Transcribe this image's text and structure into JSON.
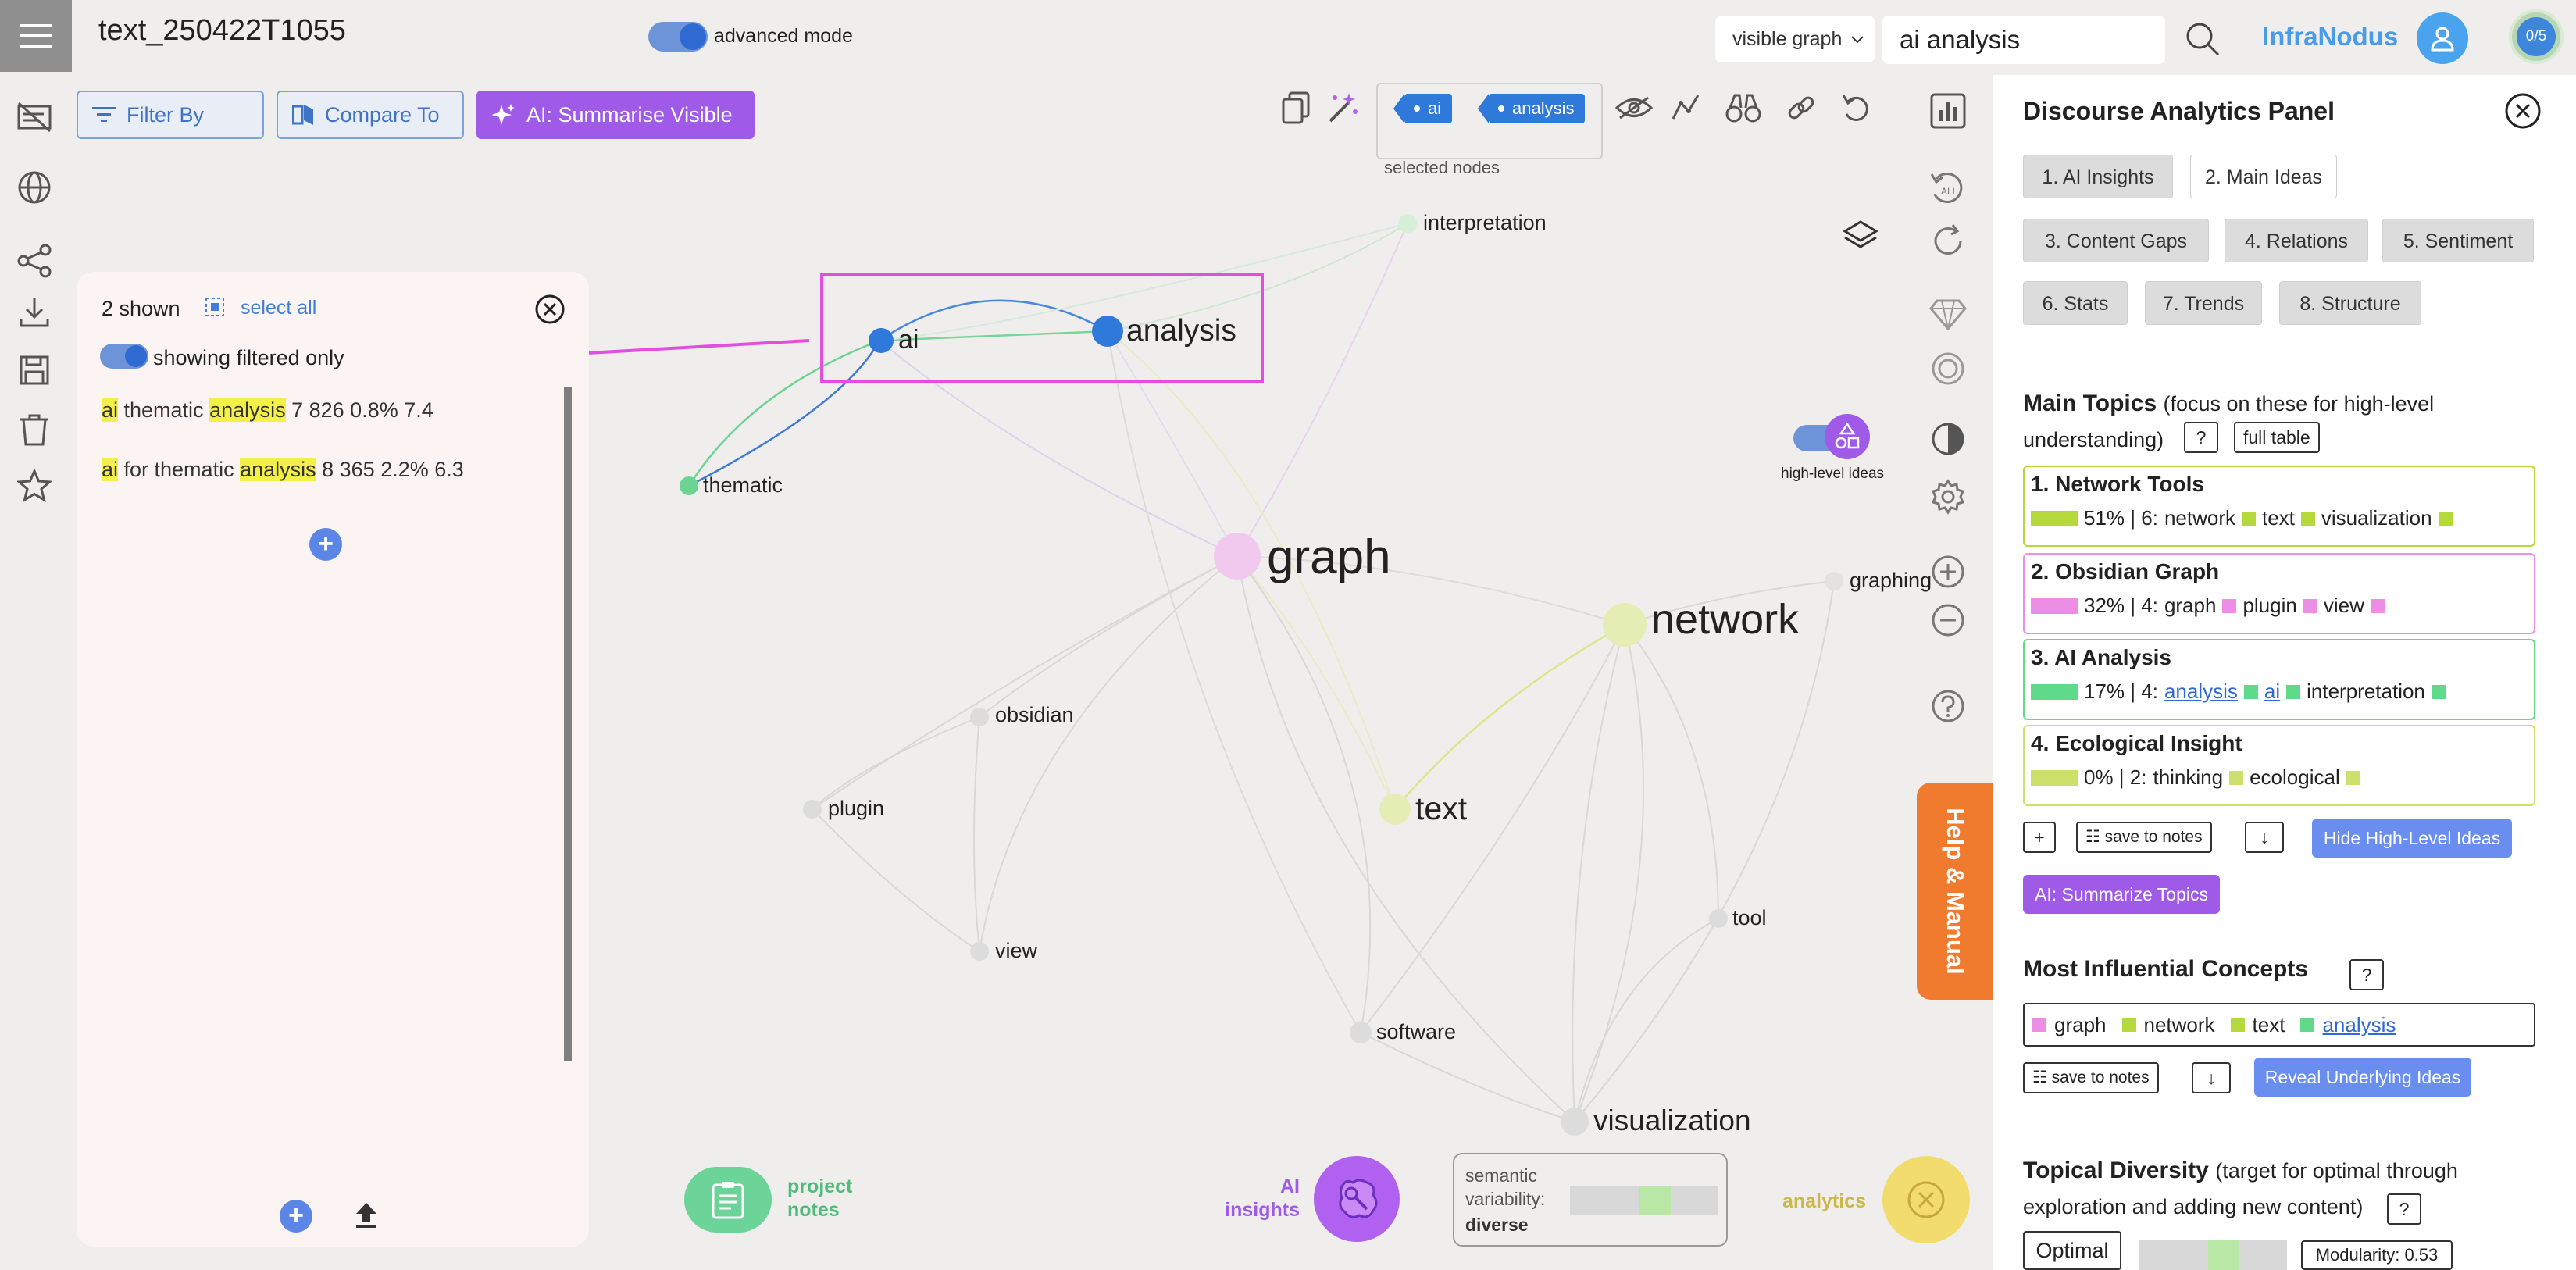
{
  "header": {
    "title": "text_250422T1055",
    "advanced_mode_label": "advanced mode",
    "graph_select_value": "visible graph",
    "search_value": "ai analysis",
    "brand": "InfraNodus",
    "counter": "0/5"
  },
  "toolbar": {
    "filter_label": "Filter By",
    "compare_label": "Compare To",
    "summarise_label": "AI: Summarise Visible",
    "selected_nodes": [
      "ai",
      "analysis"
    ],
    "selected_nodes_label": "selected nodes"
  },
  "filter_panel": {
    "shown": "2 shown",
    "select_all": "select all",
    "toggle_label": "showing filtered only",
    "results": [
      {
        "pre": "",
        "w1": "ai",
        "mid": " thematic ",
        "w2": "analysis",
        "post": " 7 826 0.8% 7.4"
      },
      {
        "pre": "",
        "w1": "ai",
        "mid": " for thematic ",
        "w2": "analysis",
        "post": " 8 365 2.2% 6.3"
      }
    ]
  },
  "graph": {
    "nodes": [
      {
        "id": "interpretation",
        "label": "interpretation"
      },
      {
        "id": "ai",
        "label": "ai"
      },
      {
        "id": "analysis",
        "label": "analysis"
      },
      {
        "id": "thematic",
        "label": "thematic"
      },
      {
        "id": "graph",
        "label": "graph"
      },
      {
        "id": "network",
        "label": "network"
      },
      {
        "id": "graphing",
        "label": "graphing"
      },
      {
        "id": "obsidian",
        "label": "obsidian"
      },
      {
        "id": "plugin",
        "label": "plugin"
      },
      {
        "id": "text",
        "label": "text"
      },
      {
        "id": "view",
        "label": "view"
      },
      {
        "id": "tool",
        "label": "tool"
      },
      {
        "id": "software",
        "label": "software"
      },
      {
        "id": "visualization",
        "label": "visualization"
      }
    ],
    "high_level_ideas_label": "high-level ideas"
  },
  "side": {
    "help_tab": "Help & Manual"
  },
  "bottom": {
    "project_notes_1": "project",
    "project_notes_2": "notes",
    "ai_insights_1": "AI",
    "ai_insights_2": "insights",
    "semantic_1": "semantic",
    "semantic_2": "variability:",
    "semantic_3": "diverse",
    "semantic_level": 0.55,
    "analytics": "analytics"
  },
  "panel": {
    "title": "Discourse Analytics Panel",
    "tabs": [
      "1. AI Insights",
      "2. Main Ideas",
      "3. Content Gaps",
      "4. Relations",
      "5. Sentiment",
      "6. Stats",
      "7. Trends",
      "8. Structure"
    ],
    "main_topics_title": "Main Topics",
    "main_topics_note": "(focus on these for high-level understanding)",
    "help_q": "?",
    "full_table": "full table",
    "topics": [
      {
        "name": "1. Network Tools",
        "stats": "51% | 6:",
        "words": [
          "network",
          "text",
          "visualization"
        ],
        "color": "#b5d93a"
      },
      {
        "name": "2. Obsidian Graph",
        "stats": "32% | 4:",
        "words": [
          "graph",
          "plugin",
          "view"
        ],
        "color": "#ec8ee4"
      },
      {
        "name": "3. AI Analysis",
        "stats": "17% | 4:",
        "words": [
          "analysis",
          "ai",
          "interpretation"
        ],
        "color": "#5fd98a"
      },
      {
        "name": "4. Ecological Insight",
        "stats": "0% | 2:",
        "words": [
          "thinking",
          "ecological"
        ],
        "color": "#cde06b"
      }
    ],
    "add": "+",
    "save_to_notes": "save to notes",
    "down": "↓",
    "hide_high_level": "Hide High-Level Ideas",
    "summarize_topics": "AI: Summarize Topics",
    "concepts_title": "Most Influential Concepts",
    "concepts": [
      {
        "word": "graph",
        "color": "#ec8ee4"
      },
      {
        "word": "network",
        "color": "#b5d93a"
      },
      {
        "word": "text",
        "color": "#b5d93a"
      },
      {
        "word": "analysis",
        "color": "#5fd98a"
      }
    ],
    "reveal_underlying": "Reveal Underlying Ideas",
    "diversity_title": "Topical Diversity",
    "diversity_note": "(target for optimal through exploration and adding new content)",
    "optimal": "Optimal",
    "modularity": "Modularity: 0.53",
    "diversity_level": 0.55
  }
}
